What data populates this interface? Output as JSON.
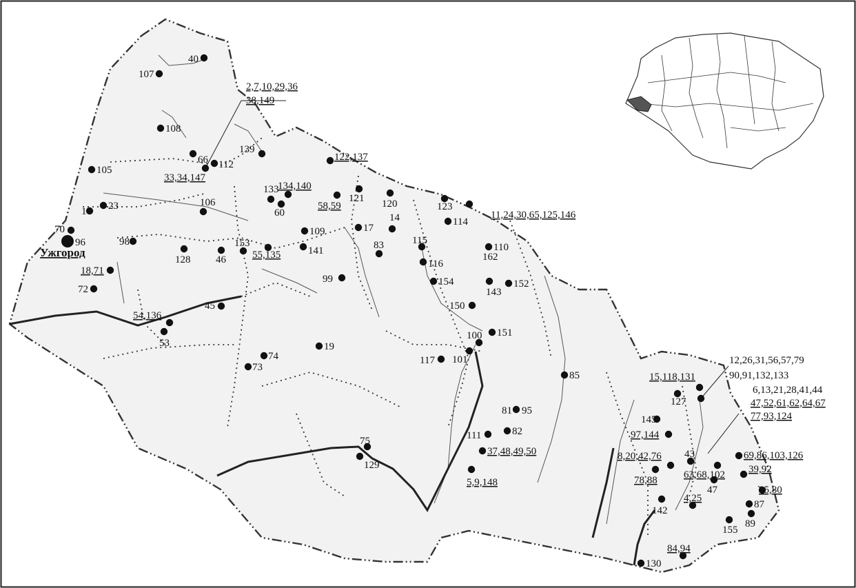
{
  "map": {
    "city_label": "Ужгород",
    "points": [
      {
        "label": "40"
      },
      {
        "label": "107"
      },
      {
        "label": "2,7,10,29,36"
      },
      {
        "label": "38,149"
      },
      {
        "label": "108"
      },
      {
        "label": "139"
      },
      {
        "label": "66"
      },
      {
        "label": "112"
      },
      {
        "label": "122,137"
      },
      {
        "label": "105"
      },
      {
        "label": "33,34,147"
      },
      {
        "label": "133"
      },
      {
        "label": "134,140"
      },
      {
        "label": "121"
      },
      {
        "label": "120"
      },
      {
        "label": "123"
      },
      {
        "label": "106"
      },
      {
        "label": "60"
      },
      {
        "label": "58,59"
      },
      {
        "label": "1"
      },
      {
        "label": "23"
      },
      {
        "label": "11,24,30,65,125,146"
      },
      {
        "label": "114"
      },
      {
        "label": "14"
      },
      {
        "label": "17"
      },
      {
        "label": "70"
      },
      {
        "label": "109"
      },
      {
        "label": "96"
      },
      {
        "label": "98"
      },
      {
        "label": "153"
      },
      {
        "label": "55,135"
      },
      {
        "label": "141"
      },
      {
        "label": "128"
      },
      {
        "label": "83"
      },
      {
        "label": "115"
      },
      {
        "label": "110"
      },
      {
        "label": "162"
      },
      {
        "label": "46"
      },
      {
        "label": "18,71"
      },
      {
        "label": "116"
      },
      {
        "label": "99"
      },
      {
        "label": "154"
      },
      {
        "label": "143"
      },
      {
        "label": "152"
      },
      {
        "label": "72"
      },
      {
        "label": "45"
      },
      {
        "label": "150"
      },
      {
        "label": "54,136"
      },
      {
        "label": "53"
      },
      {
        "label": "100"
      },
      {
        "label": "151"
      },
      {
        "label": "19"
      },
      {
        "label": "74"
      },
      {
        "label": "117"
      },
      {
        "label": "101"
      },
      {
        "label": "73"
      },
      {
        "label": "85"
      },
      {
        "label": "12,26,31,56,57,79"
      },
      {
        "label": "15,118,131"
      },
      {
        "label": "90,91,132,133"
      },
      {
        "label": "127"
      },
      {
        "label": "6,13,21,28,41,44"
      },
      {
        "label": "47,52,61,62,64,67"
      },
      {
        "label": "77,93,124"
      },
      {
        "label": "81"
      },
      {
        "label": "95"
      },
      {
        "label": "145"
      },
      {
        "label": "82"
      },
      {
        "label": "111"
      },
      {
        "label": "97,144"
      },
      {
        "label": "75"
      },
      {
        "label": "37,48,49,50"
      },
      {
        "label": "8,20,42,76"
      },
      {
        "label": "43"
      },
      {
        "label": "69,86,103,126"
      },
      {
        "label": "129"
      },
      {
        "label": "63,68,102"
      },
      {
        "label": "39,92"
      },
      {
        "label": "78,88"
      },
      {
        "label": "5,9,148"
      },
      {
        "label": "47"
      },
      {
        "label": "35,80"
      },
      {
        "label": "142"
      },
      {
        "label": "4,25"
      },
      {
        "label": "87"
      },
      {
        "label": "89"
      },
      {
        "label": "155"
      },
      {
        "label": "84,94"
      },
      {
        "label": "130"
      }
    ]
  }
}
